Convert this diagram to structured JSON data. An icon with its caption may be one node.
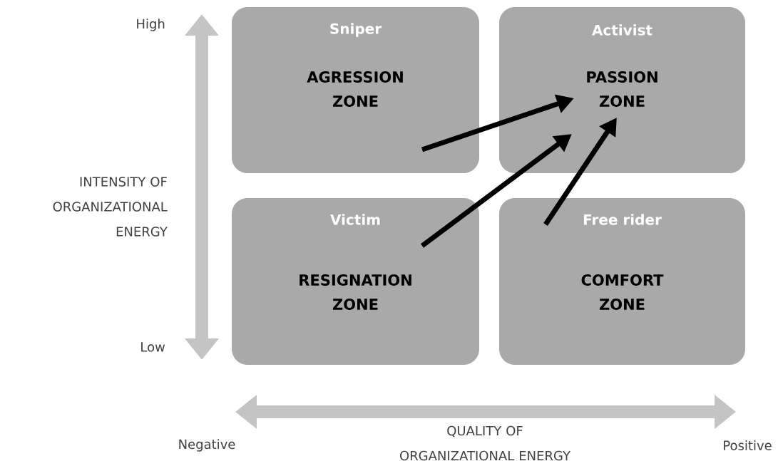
{
  "diagram": {
    "nodes": [
      {
        "text": [
          "Sniper",
          "AGRESSION ZONE"
        ]
      },
      {
        "text": [
          "Activist",
          "PASSION ZONE"
        ]
      },
      {
        "text": [
          "Victim",
          "RESIGNATION ZONE"
        ]
      },
      {
        "text": [
          "Free rider",
          "COMFORT ZONE"
        ]
      }
    ],
    "edges": [
      {
        "from": 0,
        "to": 1,
        "arrow": "to"
      },
      {
        "from": 2,
        "to": 1,
        "arrow": "to"
      },
      {
        "from": 3,
        "to": 1,
        "arrow": "to"
      }
    ],
    "labels": [
      "High",
      "INTENSITY OF ORGANIZATIONAL ENERGY",
      "Low",
      "QUALITY OF ORGANIZATIONAL ENERGY",
      "Negative",
      "Positive"
    ]
  }
}
